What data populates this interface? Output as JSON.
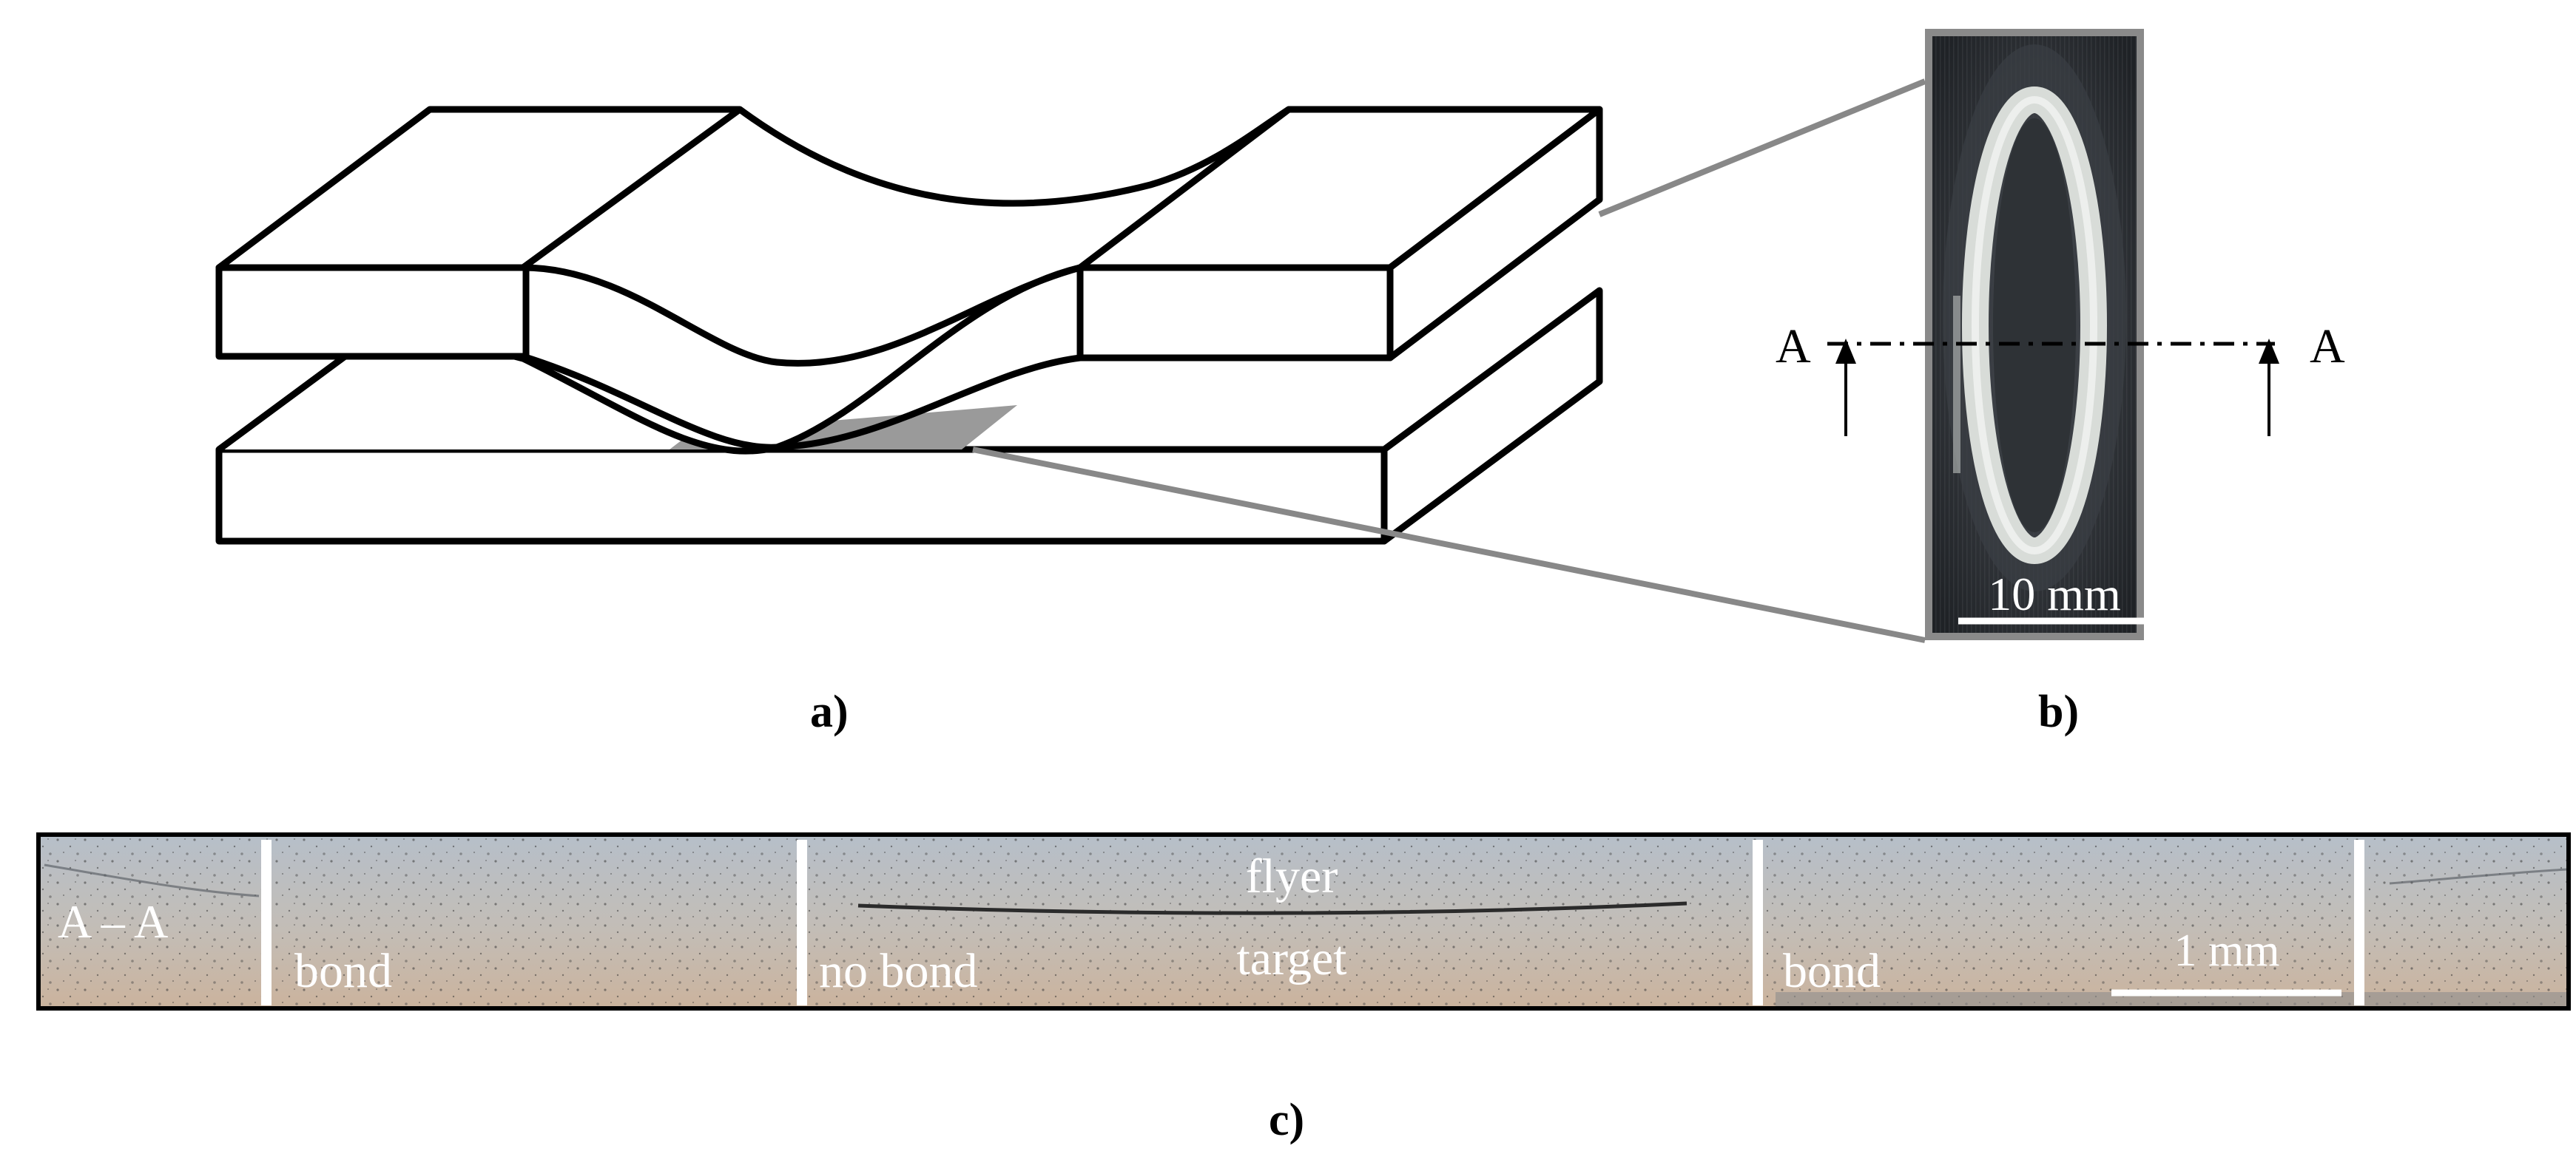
{
  "panels": {
    "a": {
      "label": "a)"
    },
    "b": {
      "label": "b)",
      "section_label_left": "A",
      "section_label_right": "A",
      "scale_bar": "10 mm"
    },
    "c": {
      "label": "c)",
      "section_title": "A – A",
      "zones": [
        "bond",
        "no bond",
        "bond"
      ],
      "flyer_label": "flyer",
      "target_label": "target",
      "scale_bar": "1 mm"
    }
  },
  "colors": {
    "outline": "#000000",
    "leader": "#888888",
    "weld_shadow": "#9a9a9a",
    "photo_dark": "#2a2d31",
    "weld_ring": "#d8dcd8",
    "micrograph_top": "#b9c0c8",
    "micrograph_bottom": "#c8b6a4",
    "divider": "#ffffff"
  }
}
